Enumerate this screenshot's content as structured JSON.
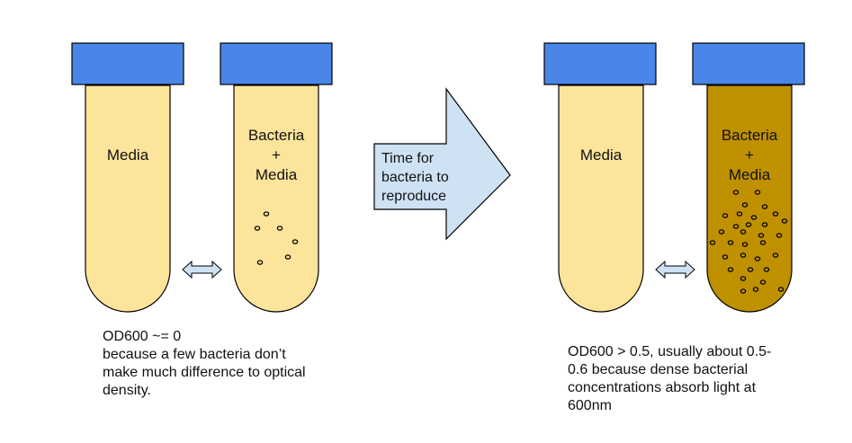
{
  "colors": {
    "cap": "#4a86e8",
    "media": "#fde49b",
    "grown": "#bf9000",
    "arrow_fill": "#cfe2f3",
    "outline": "#000000"
  },
  "before": {
    "tube_left_label": "Media",
    "tube_right_label_lines": [
      "Bacteria",
      "+",
      "Media"
    ],
    "caption_lines": [
      "OD600 ~= 0",
      "because a few bacteria don’t",
      "make much difference to optical",
      "density."
    ]
  },
  "arrow": {
    "lines": [
      "Time for",
      "bacteria to",
      "reproduce"
    ]
  },
  "after": {
    "tube_left_label": "Media",
    "tube_right_label_lines": [
      "Bacteria",
      "+",
      "Media"
    ],
    "caption_lines": [
      "OD600 > 0.5, usually about 0.5-",
      "0.6 because dense bacterial",
      "concentrations absorb light at",
      "600nm"
    ]
  }
}
